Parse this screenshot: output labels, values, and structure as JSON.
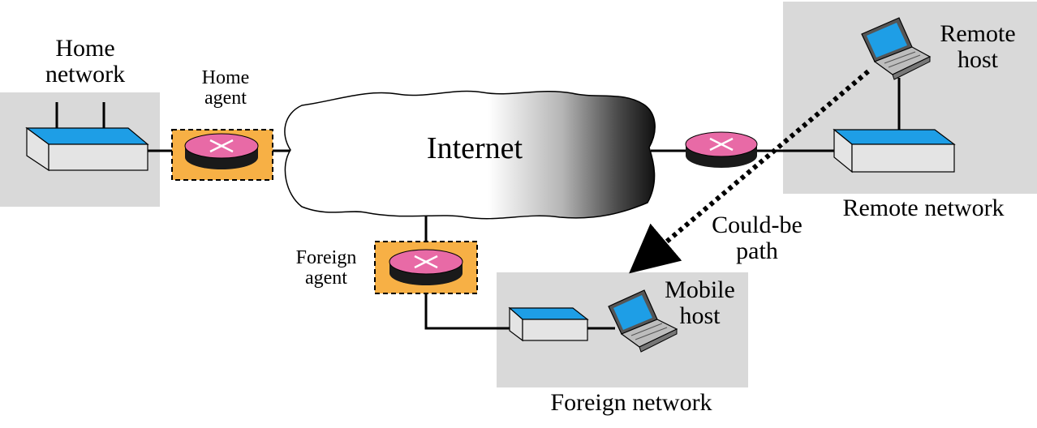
{
  "labels": {
    "home_network": "Home\nnetwork",
    "home_agent": "Home\nagent",
    "internet": "Internet",
    "remote_host": "Remote\nhost",
    "remote_network": "Remote network",
    "could_be_path": "Could-be\npath",
    "foreign_agent": "Foreign\nagent",
    "mobile_host": "Mobile\nhost",
    "foreign_network": "Foreign network"
  },
  "colors": {
    "network_panel": "#d9d9d9",
    "agent_box": "#f7b045",
    "router_top": "#e86aa6",
    "router_body": "#1a1a1a",
    "device_top": "#1e9ee6",
    "device_side": "#e4e4e4",
    "line": "#000000"
  }
}
